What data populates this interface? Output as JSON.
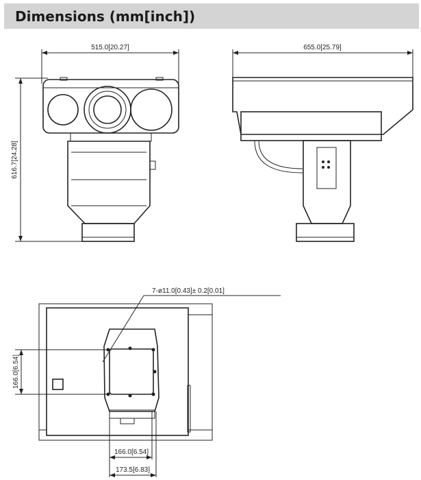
{
  "header": {
    "title": "Dimensions (mm[inch])"
  },
  "front_view": {
    "width_label": "515.0[20.27]",
    "height_label": "616.7[24.28]"
  },
  "side_view": {
    "depth_label": "655.0[25.79]"
  },
  "bottom_view": {
    "hole_callout": "7-ø11.0[0.43]± 0.2[0.01]",
    "vertical_spacing_label": "166.0[6.54]",
    "horizontal_spacing_label": "166.0[6.54]",
    "overall_spacing_label": "173.5[6.83]"
  }
}
